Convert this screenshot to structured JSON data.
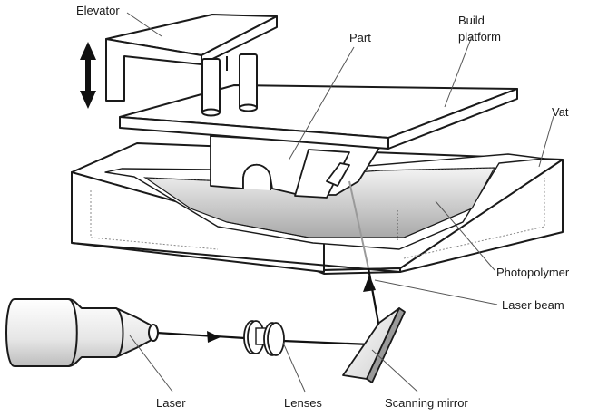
{
  "labels": {
    "elevator": "Elevator",
    "part": "Part",
    "build_platform_line1": "Build",
    "build_platform_line2": "platform",
    "vat": "Vat",
    "photopolymer": "Photopolymer",
    "laser_beam": "Laser beam",
    "laser": "Laser",
    "lenses": "Lenses",
    "scanning_mirror": "Scanning mirror"
  },
  "colors": {
    "outline": "#1a1a1a",
    "fill": "#ffffff",
    "resin_light": "#f2f2f2",
    "resin_dark": "#a8a8a8",
    "leader": "#666666",
    "beam": "#111111"
  }
}
